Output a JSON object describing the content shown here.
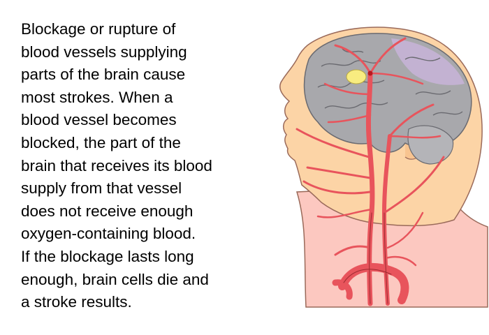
{
  "text": {
    "lines": [
      "Blockage or rupture of",
      "blood vessels supplying",
      "parts of the brain cause",
      "most strokes. When a",
      "blood vessel becomes",
      "blocked, the part of the",
      "brain that receives its blood",
      "supply from that vessel",
      "does not receive enough",
      "oxygen-containing blood.",
      "If the blockage lasts long",
      "enough, brain cells die and",
      "a stroke results."
    ]
  },
  "colors": {
    "skin": "#fcd4a6",
    "neck": "#fcc8c0",
    "brain": "#a8a8ac",
    "brain_highlight": "#c8b4d8",
    "vessel": "#e8545c",
    "vessel_dark": "#9c2a30",
    "highlight_yellow": "#f8ec80",
    "outline": "#7a5a4a"
  },
  "illustration": {
    "icon": "head-brain-vessels-icon"
  }
}
